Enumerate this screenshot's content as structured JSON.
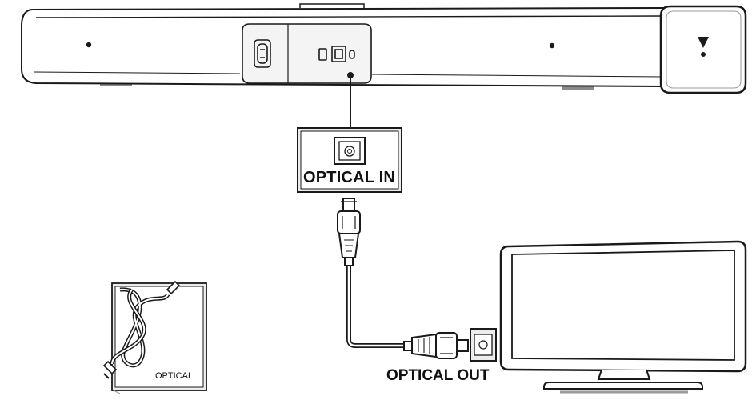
{
  "labels": {
    "optical_in": "OPTICAL IN",
    "optical_out": "OPTICAL OUT",
    "cable_box": "OPTICAL"
  },
  "colors": {
    "line": "#1a1a1a",
    "panel": "#ececec",
    "shadow": "#9a9a9a",
    "background": "#ffffff"
  },
  "icons": [
    "soundbar",
    "power-socket-icon",
    "usb-port-icon",
    "optical-port-icon",
    "optical-plug-icon",
    "optical-cable-coil-icon",
    "tv"
  ]
}
